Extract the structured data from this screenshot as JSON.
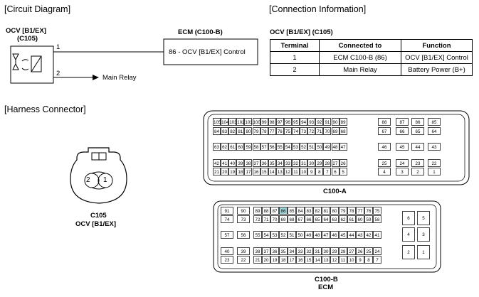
{
  "sections": {
    "circuit_diagram": "[Circuit Diagram]",
    "connection_information": "[Connection Information]",
    "harness_connector": "[Harness Connector]"
  },
  "circuit": {
    "component_name_line1": "OCV [B1/EX]",
    "component_name_line2": "(C105)",
    "pin1": "1",
    "pin2": "2",
    "main_relay": "Main Relay",
    "ecm_title": "ECM (C100-B)",
    "ecm_pin_label": "86 - OCV [B1/EX] Control"
  },
  "connection_info": {
    "title": "OCV [B1/EX] (C105)",
    "headers": [
      "Terminal",
      "Connected to",
      "Function"
    ],
    "rows": [
      [
        "1",
        "ECM C100-B (86)",
        "OCV [B1/EX] Control"
      ],
      [
        "2",
        "Main Relay",
        "Battery Power (B+)"
      ]
    ]
  },
  "harness": {
    "c105_pin_left": "2",
    "c105_pin_right": "1",
    "c105_caption_line1": "C105",
    "c105_caption_line2": "OCV [B1/EX]",
    "c100a_caption": "C100-A",
    "c100b_caption_line1": "C100-B",
    "c100b_caption_line2": "ECM",
    "c100a_rows": [
      [
        "105",
        "104",
        "103",
        "102",
        "101",
        "100",
        "99",
        "98",
        "97",
        "96",
        "95",
        "94",
        "93",
        "92",
        "91",
        "90",
        "89"
      ],
      [
        "84",
        "83",
        "82",
        "81",
        "80",
        "79",
        "78",
        "77",
        "76",
        "75",
        "74",
        "73",
        "72",
        "71",
        "70",
        "69",
        "68"
      ],
      [
        "63",
        "62",
        "61",
        "60",
        "59",
        "58",
        "57",
        "56",
        "55",
        "54",
        "53",
        "52",
        "51",
        "50",
        "49",
        "48",
        "47"
      ],
      [
        "42",
        "41",
        "40",
        "39",
        "38",
        "37",
        "36",
        "35",
        "34",
        "33",
        "32",
        "31",
        "30",
        "29",
        "28",
        "27",
        "26"
      ],
      [
        "21",
        "20",
        "19",
        "18",
        "17",
        "16",
        "15",
        "14",
        "13",
        "12",
        "11",
        "10",
        "9",
        "8",
        "7",
        "6",
        "5"
      ]
    ],
    "c100a_side": [
      [
        "88",
        "87",
        "86",
        "85"
      ],
      [
        "67",
        "66",
        "65",
        "64"
      ],
      [
        "46",
        "45",
        "44",
        "43"
      ],
      [
        "25",
        "24",
        "23",
        "22"
      ],
      [
        "4",
        "3",
        "2",
        "1"
      ]
    ],
    "c100b_left": [
      [
        "91",
        "90"
      ],
      [
        "74",
        "73"
      ],
      [
        "57",
        "56"
      ],
      [
        "40",
        "39"
      ],
      [
        "23",
        "22"
      ]
    ],
    "c100b_rows": [
      [
        "89",
        "88",
        "87",
        "86",
        "85",
        "84",
        "83",
        "82",
        "81",
        "80",
        "79",
        "78",
        "77",
        "76",
        "75"
      ],
      [
        "72",
        "71",
        "70",
        "69",
        "68",
        "67",
        "66",
        "65",
        "64",
        "63",
        "62",
        "61",
        "60",
        "59",
        "58"
      ],
      [
        "55",
        "54",
        "53",
        "52",
        "51",
        "50",
        "49",
        "48",
        "47",
        "46",
        "45",
        "44",
        "43",
        "42",
        "41"
      ],
      [
        "38",
        "37",
        "36",
        "35",
        "34",
        "33",
        "32",
        "31",
        "30",
        "29",
        "28",
        "27",
        "26",
        "25",
        "24"
      ],
      [
        "21",
        "20",
        "19",
        "18",
        "17",
        "16",
        "15",
        "14",
        "13",
        "12",
        "11",
        "10",
        "9",
        "8",
        "7"
      ]
    ],
    "c100b_right": [
      [
        "6",
        "5"
      ],
      [
        "4",
        "3"
      ],
      [
        "2",
        "1"
      ]
    ],
    "highlight_pin": "86"
  }
}
